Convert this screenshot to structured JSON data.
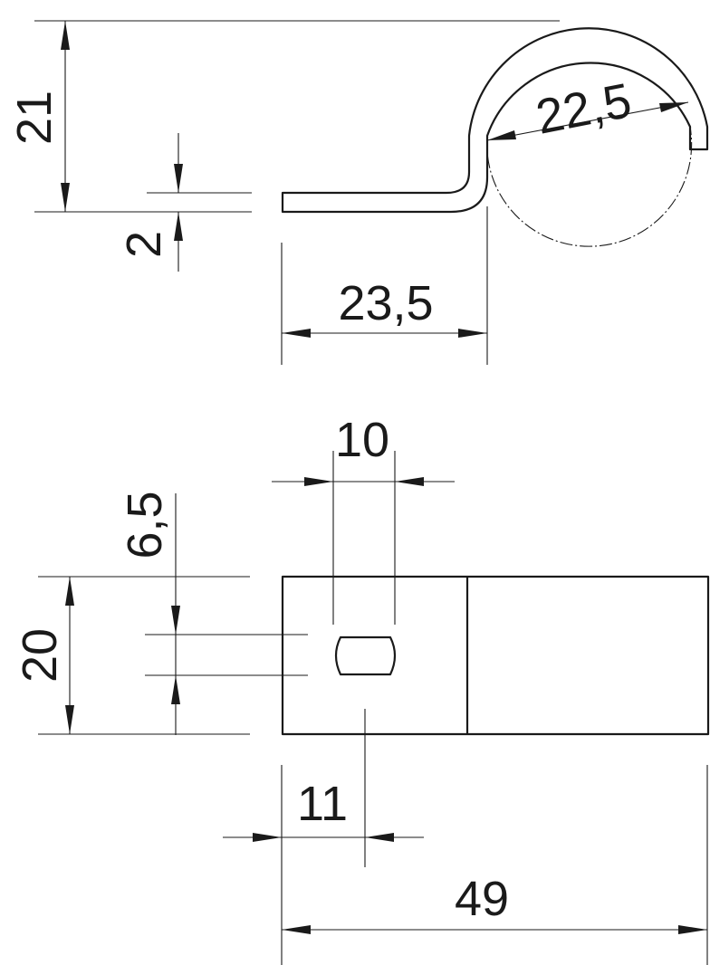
{
  "dimensions": {
    "overall_height": "21",
    "material_thickness": "2",
    "tab_length": "23,5",
    "clamp_diameter": "22,5",
    "slot_length": "10",
    "slot_width": "6,5",
    "strip_width": "20",
    "slot_offset": "11",
    "total_length": "49"
  },
  "colors": {
    "line": "#1a1a1a",
    "background": "#ffffff"
  }
}
